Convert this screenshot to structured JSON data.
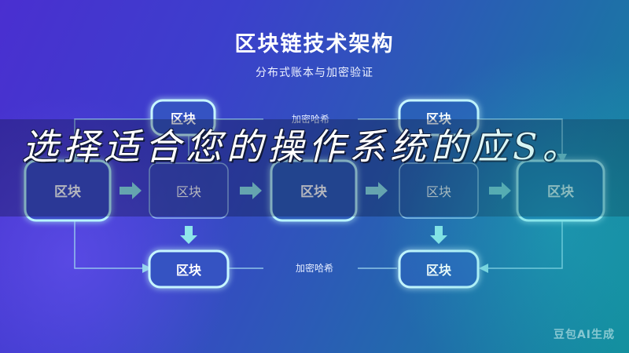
{
  "header": {
    "title": "区块链技术架构",
    "subtitle": "分布式账本与加密验证"
  },
  "diagram": {
    "block_label": "区块",
    "link_label": "加密哈希",
    "nodes": [
      {
        "id": "top-1",
        "label": "区块",
        "style": "pill"
      },
      {
        "id": "top-2",
        "label": "区块",
        "style": "pill"
      },
      {
        "id": "mid-1",
        "label": "区块",
        "style": "glow"
      },
      {
        "id": "mid-2",
        "label": "区块",
        "style": "plain"
      },
      {
        "id": "mid-3",
        "label": "区块",
        "style": "glow"
      },
      {
        "id": "mid-4",
        "label": "区块",
        "style": "plain"
      },
      {
        "id": "mid-5",
        "label": "区块",
        "style": "glow"
      },
      {
        "id": "bot-1",
        "label": "区块",
        "style": "pill"
      },
      {
        "id": "bot-2",
        "label": "区块",
        "style": "pill"
      }
    ],
    "edge_labels": [
      {
        "between": [
          "top-1",
          "top-2"
        ],
        "label": "加密哈希"
      },
      {
        "between": [
          "bot-1",
          "bot-2"
        ],
        "label": "加密哈希"
      }
    ]
  },
  "overlay": {
    "text": "选择适合您的操作系统的应S。"
  },
  "watermark": {
    "text": "豆包AI生成"
  },
  "colors": {
    "background_left": "#4a2fd0",
    "background_right": "#128c9c",
    "node_border": "#a9f3f4",
    "node_fill": "#3a56b8",
    "arrow": "#7fe6e6",
    "text": "#ffffff"
  }
}
